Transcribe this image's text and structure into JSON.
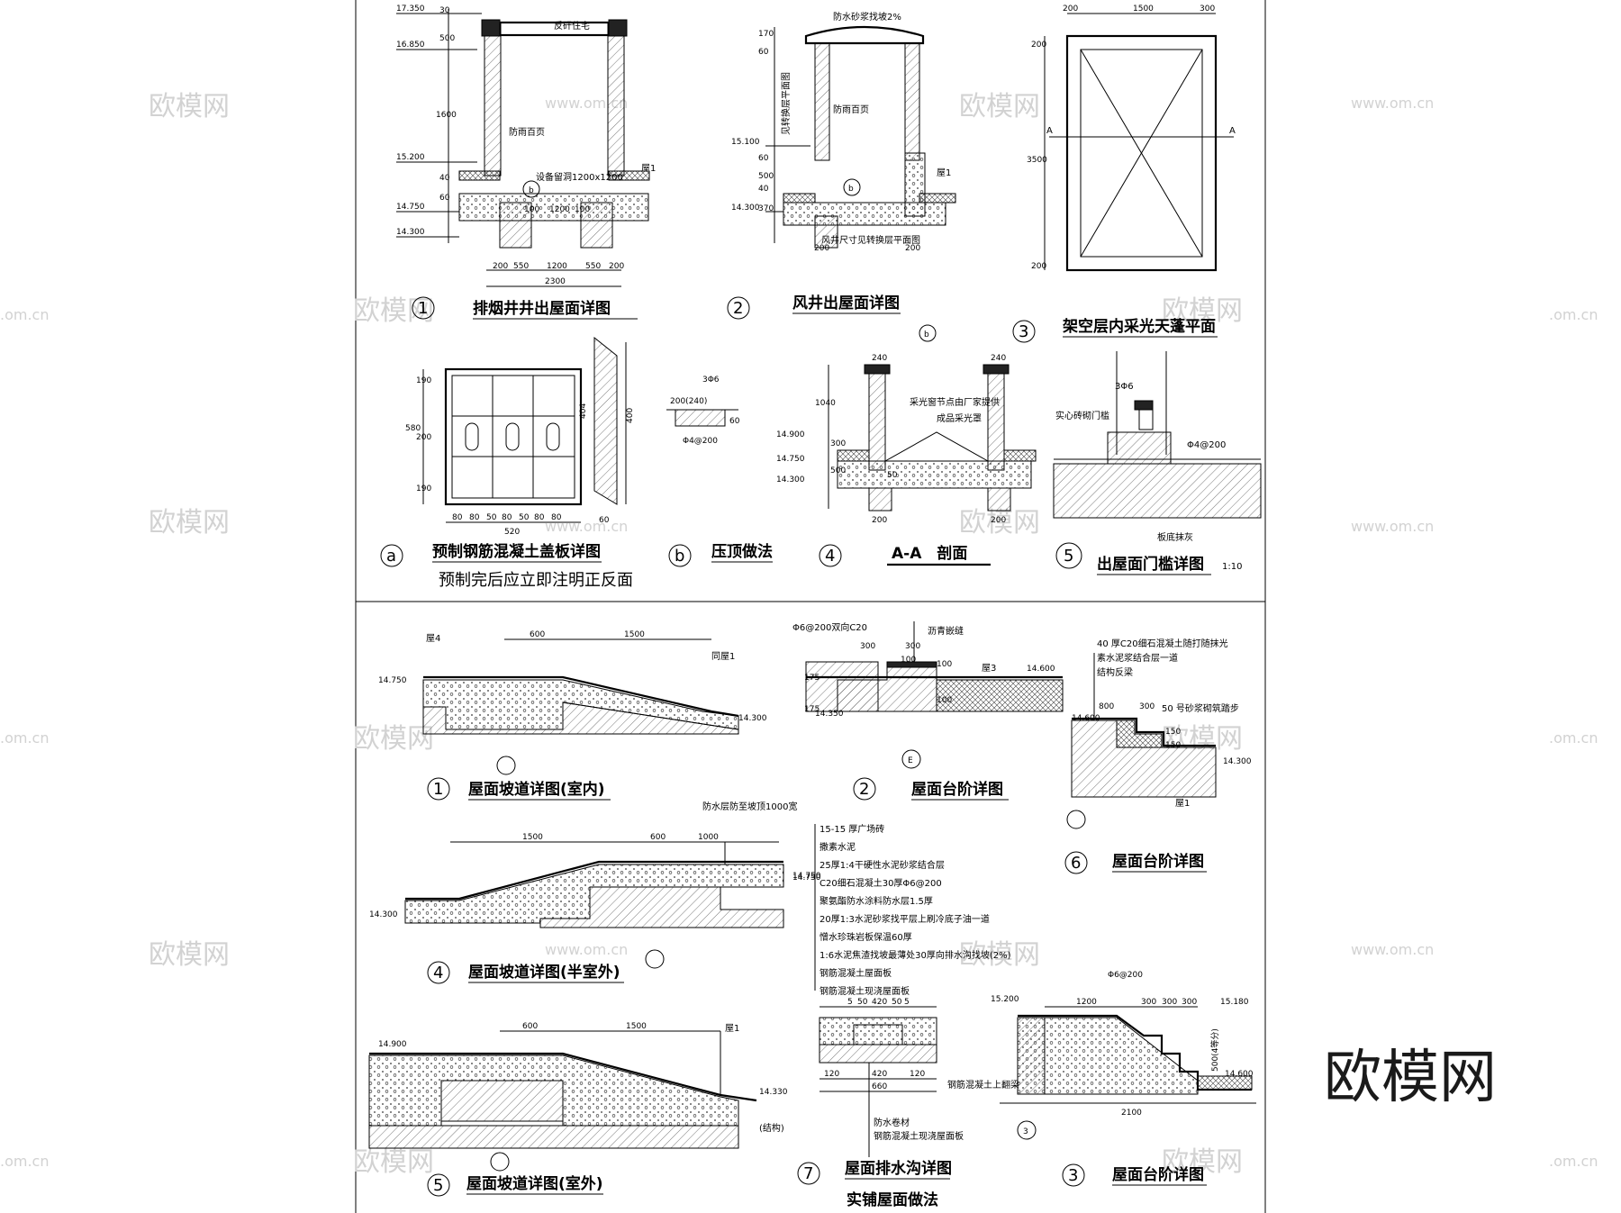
{
  "watermarks": {
    "brand": "欧模网",
    "url": "www.om.cn",
    "url_short": ".om.cn",
    "logo": "欧模网"
  },
  "top": {
    "d1": {
      "num": "1",
      "caption": "排烟井井出屋面详图",
      "top_note": "反矸住宅",
      "opening": "设备留洞1200x1200",
      "louver": "防雨百页",
      "roof": "屋1",
      "levels": [
        "17.350",
        "16.850",
        "15.200",
        "14.750",
        "14.300"
      ],
      "side_dims": [
        "30",
        "500",
        "1600",
        "40",
        "60"
      ],
      "bottom_dims": [
        "200",
        "550",
        "1200",
        "550",
        "200"
      ],
      "inner_dims": [
        "100",
        "1200",
        "100"
      ],
      "total": "2300",
      "ref": "b"
    },
    "d2": {
      "num": "2",
      "caption": "风井出屋面详图",
      "top_note": "防水砂浆找坡2%",
      "louver": "防雨百页",
      "side_note": "见转换层平面图",
      "bottom_note": "风井尺寸见转换层平面图",
      "roof": "屋1",
      "levels": [
        "15.100",
        "14.300"
      ],
      "side_dims": [
        "170",
        "60",
        "60",
        "500",
        "40",
        "370"
      ],
      "bottom_dims": [
        "200",
        "200"
      ],
      "ref": "b"
    },
    "d3": {
      "num": "3",
      "caption": "架空层内采光天蓬平面",
      "top_dims": [
        "200",
        "1500",
        "300"
      ],
      "side_dims": [
        "200",
        "3500",
        "200"
      ],
      "section_mark": "A"
    },
    "da": {
      "num": "a",
      "caption": "预制钢筋混凝土盖板详图",
      "caption2": "预制完后应立即注明正反面",
      "side_dims": [
        "190",
        "200",
        "190",
        "580"
      ],
      "bottom_dims": [
        "80",
        "80",
        "50",
        "80",
        "50",
        "80",
        "80"
      ],
      "total": "520",
      "section_dims": [
        "60",
        "404",
        "400"
      ]
    },
    "db": {
      "num": "b",
      "caption": "压顶做法",
      "dims": [
        "3Φ6",
        "200(240)",
        "60",
        "Φ4@200"
      ]
    },
    "d4": {
      "num": "4",
      "caption": "A-A　剖面",
      "notes": [
        "采光窗节点由厂家提供",
        "成品采光罩"
      ],
      "levels": [
        "14.900",
        "14.750",
        "14.300"
      ],
      "dims": [
        "240",
        "240",
        "1040",
        "300",
        "500",
        "200",
        "200",
        "50"
      ],
      "ref": "b"
    },
    "d5": {
      "num": "5",
      "caption": "出屋面门槛详图",
      "scale": "1:10",
      "notes": [
        "3Φ6",
        "实心砖砌门槛",
        "Φ4@200",
        "板底抹灰"
      ]
    }
  },
  "bottom": {
    "r1": {
      "num": "1",
      "caption": "屋面坡道详图(室内)",
      "dims": [
        "600",
        "1500"
      ],
      "levels": [
        "14.750",
        "14.300"
      ],
      "marks": [
        "屋4",
        "同屋1"
      ]
    },
    "r2": {
      "num": "2",
      "caption": "屋面台阶详图",
      "notes": [
        "Φ6@200双向C20",
        "沥青嵌缝"
      ],
      "mark": "屋3",
      "dims": [
        "300",
        "100",
        "300",
        "175",
        "175",
        "100",
        "100"
      ],
      "levels": [
        "14.600",
        "14.350"
      ],
      "ref": "E"
    },
    "r6": {
      "num": "6",
      "caption": "屋面台阶详图",
      "notes": [
        "40 厚C20细石混凝土随打随抹光",
        "素水泥浆结合层一道",
        "结构反梁",
        "50 号砂浆砌筑踏步"
      ],
      "dims": [
        "800",
        "300",
        "150",
        "150"
      ],
      "levels": [
        "14.600",
        "14.300"
      ],
      "mark": "屋1"
    },
    "r4": {
      "num": "4",
      "caption": "屋面坡道详图(半室外)",
      "dims": [
        "1500",
        "600",
        "1000"
      ],
      "levels": [
        "14.750",
        "14.300"
      ],
      "top_note": "防水层防至坡顶1000宽"
    },
    "r5": {
      "num": "5",
      "caption": "屋面坡道详图(室外)",
      "dims": [
        "600",
        "1500"
      ],
      "levels": [
        "14.900",
        "14.330"
      ],
      "mark": "屋1",
      "note": "(结构)"
    },
    "r7": {
      "num": "7",
      "caption": "屋面排水沟详图",
      "caption2": "实铺屋面做法",
      "layers": [
        "15-15 厚广场砖",
        "撒素水泥",
        "25厚1:4干硬性水泥砂浆结合层",
        "C20细石混凝土30厚Φ6@200",
        "聚氨酯防水涂料防水层1.5厚",
        "20厚1:3水泥砂浆找平层上刷冷底子油一道",
        "憎水珍珠岩板保温60厚",
        "1:6水泥焦渣找坡最薄处30厚向排水沟找坡(2%)",
        "钢筋混凝土屋面板",
        "钢筋混凝土现浇屋面板"
      ],
      "dims": [
        "50",
        "420",
        "50",
        "5",
        "5",
        "120",
        "420",
        "120",
        "660"
      ],
      "level": "14.750",
      "bottom_notes": [
        "防水卷材",
        "钢筋混凝土现浇屋面板",
        "钢筋混凝土上翻梁"
      ]
    },
    "r3": {
      "num": "3",
      "caption": "屋面台阶详图",
      "dims": [
        "1200",
        "300",
        "300",
        "300",
        "2100",
        "500(4等分)"
      ],
      "levels": [
        "15.200",
        "15.180",
        "14.600"
      ],
      "note": "Φ6@200",
      "ref": "3"
    }
  }
}
